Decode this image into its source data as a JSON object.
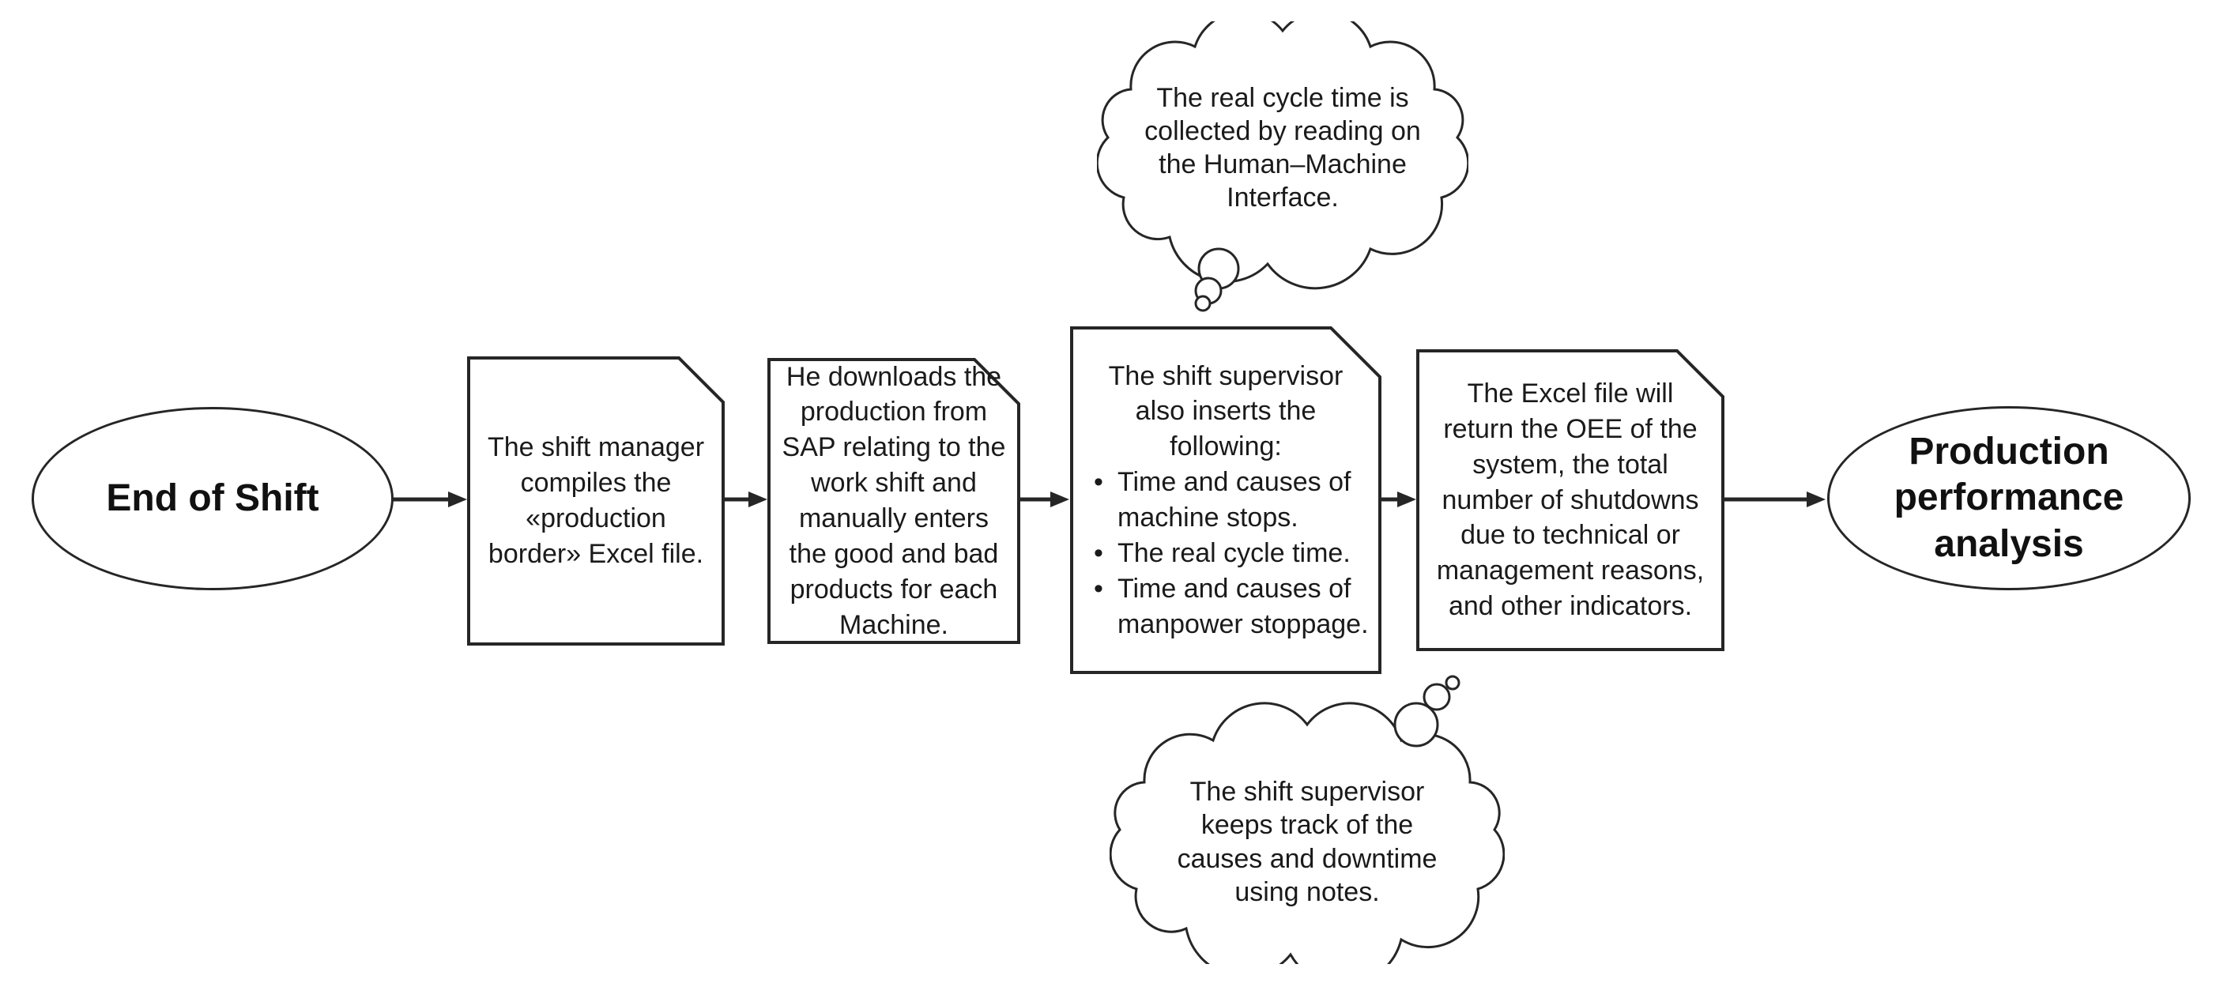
{
  "diagram": {
    "type": "flowchart",
    "start_node": {
      "label": "End of Shift"
    },
    "end_node": {
      "label": "Production performance analysis"
    },
    "steps": [
      {
        "text": "The shift manager compiles the «production border» Excel file."
      },
      {
        "text": "He downloads the production from SAP relating to the work shift and manually enters the good and bad products for each Machine."
      },
      {
        "heading": "The shift supervisor also inserts the following:",
        "bullets": [
          "Time and causes of machine stops.",
          "The real cycle time.",
          "Time and causes of manpower stoppage."
        ]
      },
      {
        "text": "The Excel file will return the OEE of the system, the total number of shutdowns due to technical or management reasons, and other indicators."
      }
    ],
    "thought_clouds": [
      {
        "position": "top",
        "text": "The real cycle time is collected by reading on the Human–Machine Interface."
      },
      {
        "position": "bottom",
        "text": "The shift supervisor keeps track of the causes and downtime using notes."
      }
    ],
    "colors": {
      "stroke": "#262626",
      "text": "#1a1a1a",
      "background": "#ffffff"
    }
  }
}
